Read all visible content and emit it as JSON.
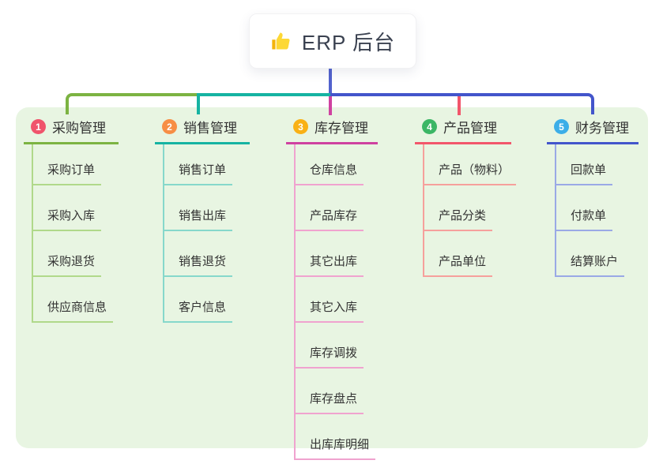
{
  "root": {
    "title": "ERP 后台",
    "icon": "thumbs-up-icon"
  },
  "colors": {
    "panel_bg": "#e8f5e2",
    "root_line": "#5262cd"
  },
  "branches": [
    {
      "number": "1",
      "title": "采购管理",
      "colors": {
        "main": "#7cb342",
        "light": "#b0d98a",
        "badge": "#f0546c"
      },
      "items": [
        "采购订单",
        "采购入库",
        "采购退货",
        "供应商信息"
      ]
    },
    {
      "number": "2",
      "title": "销售管理",
      "colors": {
        "main": "#16b3a2",
        "light": "#86d8cb",
        "badge": "#f78e45"
      },
      "items": [
        "销售订单",
        "销售出库",
        "销售退货",
        "客户信息"
      ]
    },
    {
      "number": "3",
      "title": "库存管理",
      "colors": {
        "main": "#cf42a0",
        "light": "#f0a3cf",
        "badge": "#f9b115"
      },
      "items": [
        "仓库信息",
        "产品库存",
        "其它出库",
        "其它入库",
        "库存调拨",
        "库存盘点",
        "出库库明细"
      ]
    },
    {
      "number": "4",
      "title": "产品管理",
      "colors": {
        "main": "#f2566b",
        "light": "#f6a09c",
        "badge": "#3bb665"
      },
      "items": [
        "产品（物料）",
        "产品分类",
        "产品单位"
      ]
    },
    {
      "number": "5",
      "title": "财务管理",
      "colors": {
        "main": "#4355cb",
        "light": "#9aa9e6",
        "badge": "#3caee8"
      },
      "items": [
        "回款单",
        "付款单",
        "结算账户"
      ]
    }
  ]
}
